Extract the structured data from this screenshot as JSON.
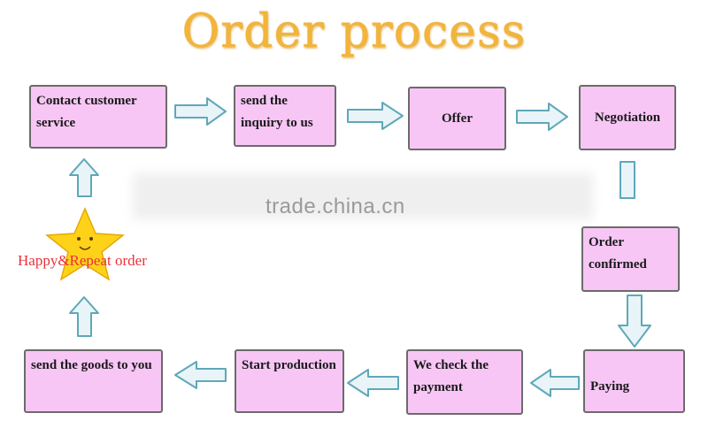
{
  "title": "Order process",
  "watermark": "trade.china.cn",
  "steps": {
    "contact": "Contact customer service",
    "inquiry": "send the inquiry to us",
    "offer": "Offer",
    "negotiation": "Negotiation",
    "confirmed": "Order confirmed",
    "paying": "Paying",
    "check": "We check the payment",
    "production": "Start production",
    "send": "send the goods to you"
  },
  "star_label": "Happy&Repeat order",
  "colors": {
    "box_fill": "#f7c6f5",
    "box_border": "#6b6b6b",
    "arrow_fill": "#e8f4f8",
    "arrow_stroke": "#5fa8b8",
    "title": "#f2b53a",
    "star": "#ffd21a",
    "star_label": "#e8323a"
  }
}
